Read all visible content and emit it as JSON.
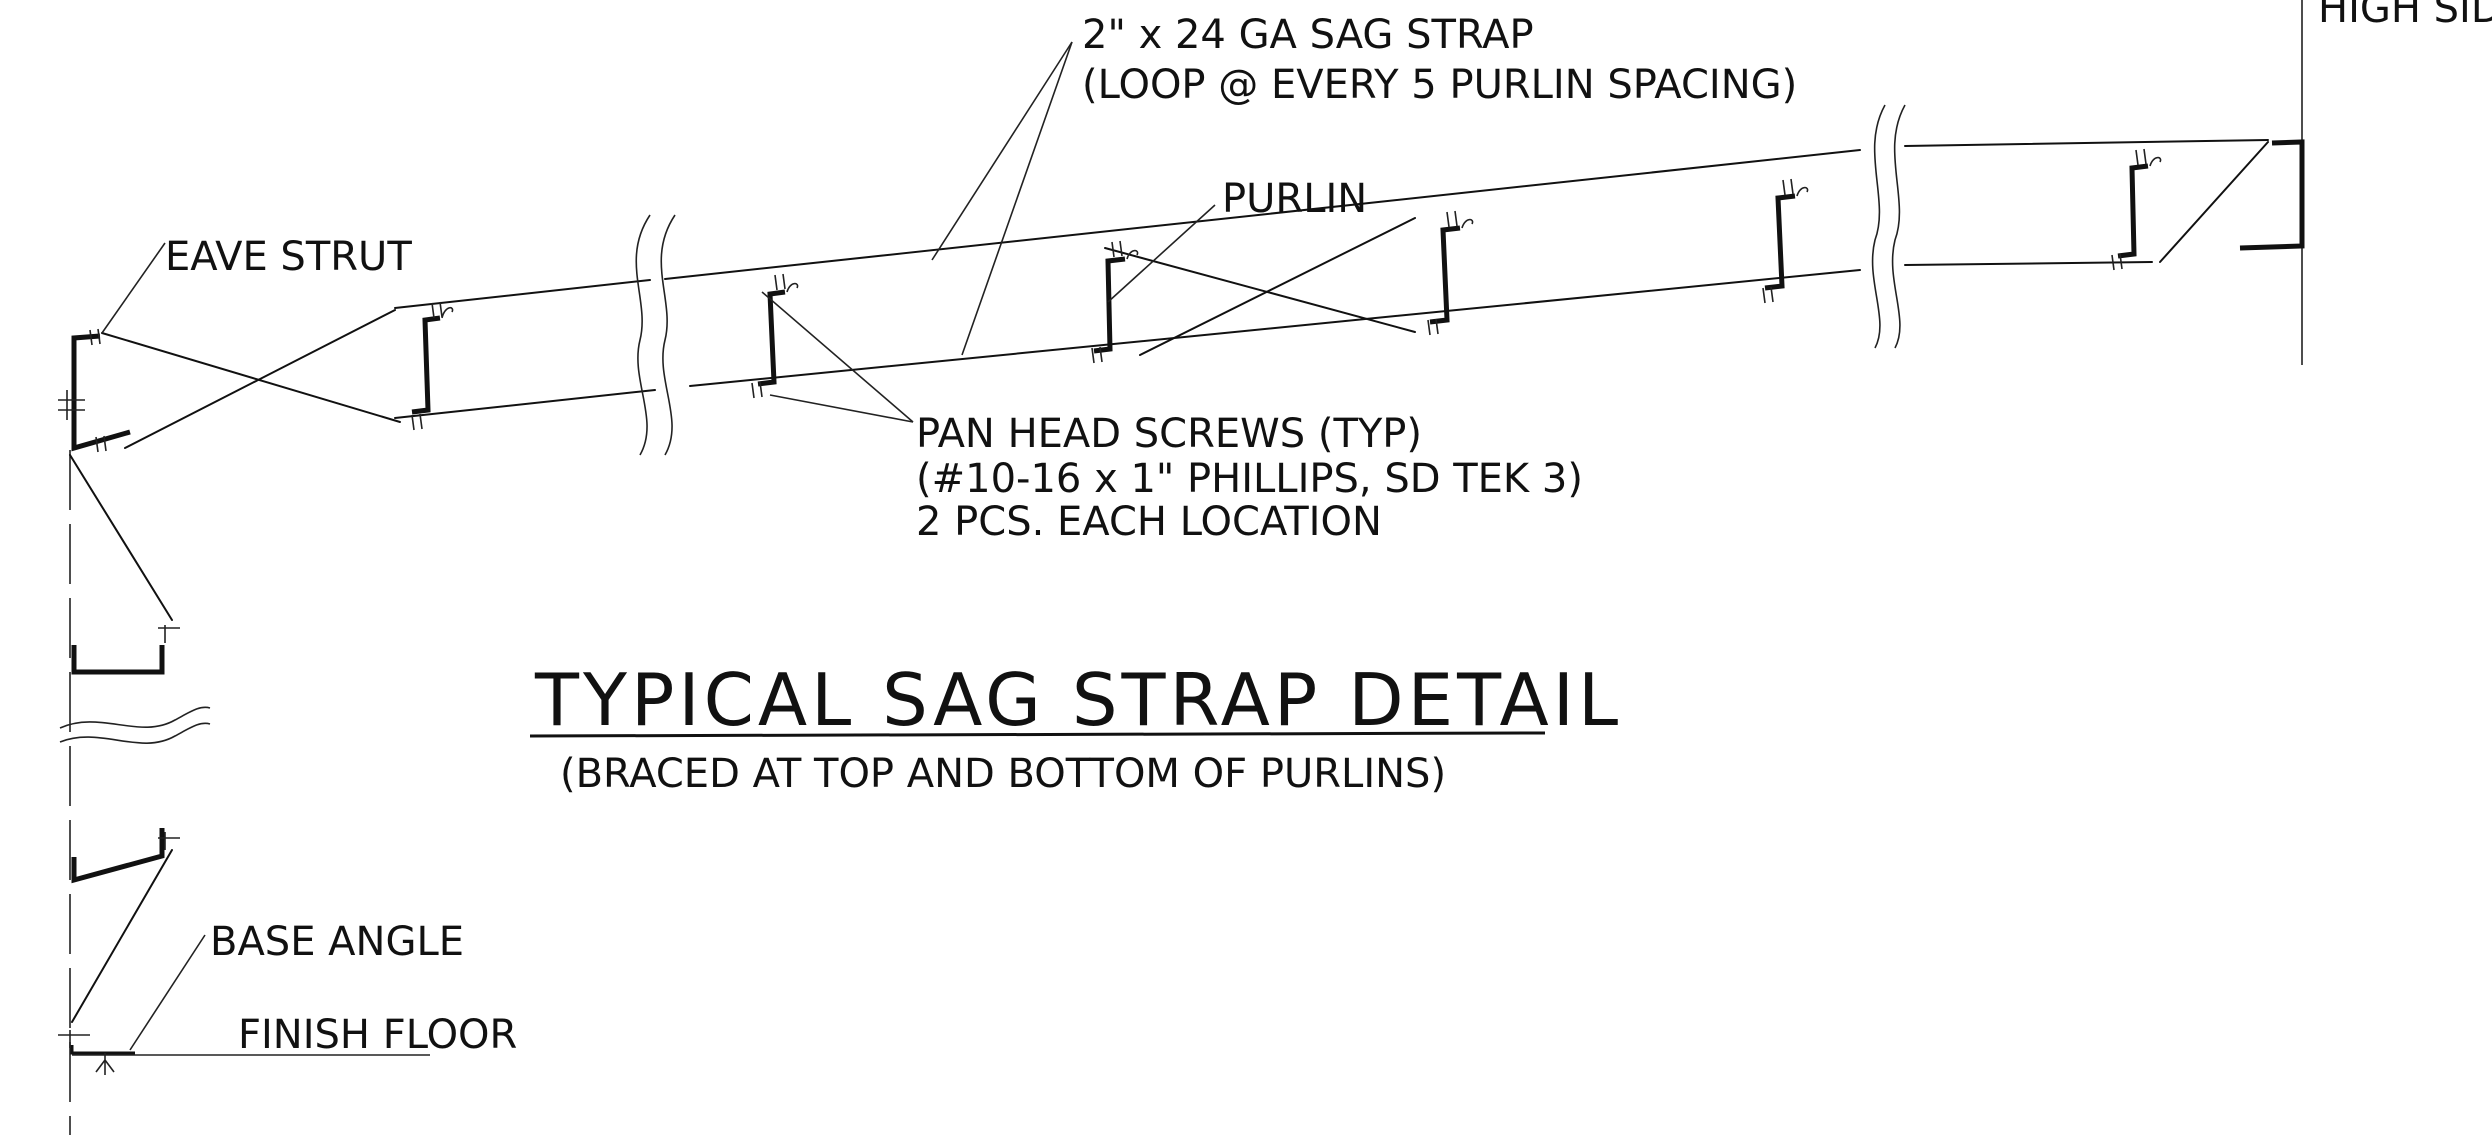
{
  "labels": {
    "high_side": "HIGH SIDE",
    "sag_strap_1": "2\" x 24 GA SAG STRAP",
    "sag_strap_2": "(LOOP @ EVERY 5 PURLIN SPACING)",
    "purlin": "PURLIN",
    "eave_strut": "EAVE STRUT",
    "screws_1": "PAN HEAD SCREWS (TYP)",
    "screws_2": "(#10-16 x 1\" PHILLIPS, SD TEK 3)",
    "screws_3": "2 PCS. EACH LOCATION",
    "base_angle": "BASE ANGLE",
    "finish_floor": "FINISH FLOOR"
  },
  "title": {
    "main": "TYPICAL SAG STRAP DETAIL",
    "sub": "(BRACED AT TOP AND BOTTOM OF PURLINS)"
  }
}
